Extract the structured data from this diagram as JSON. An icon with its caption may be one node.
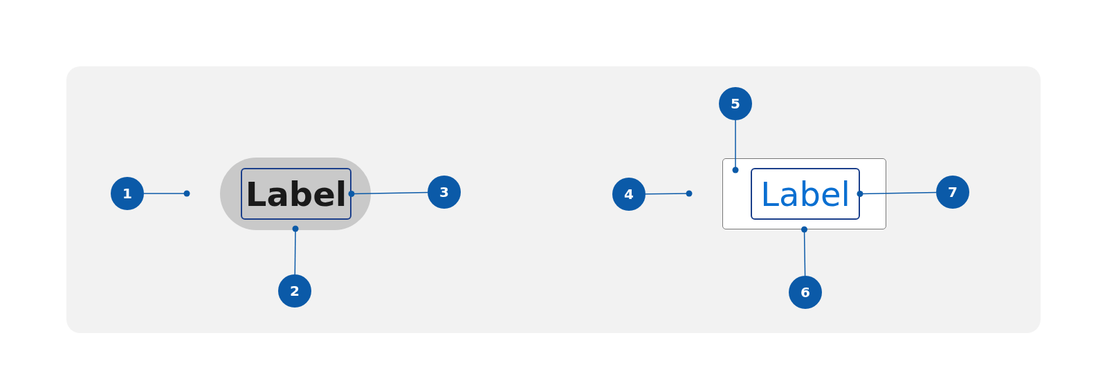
{
  "diagram": {
    "nodes": [
      {
        "text": [],
        "shape": "box"
      },
      {
        "text": [
          "Label"
        ],
        "in": 0
      },
      {
        "text": [],
        "shape": "box"
      },
      {
        "text": [
          "Label"
        ],
        "in": 2
      },
      {
        "text": [
          "1"
        ]
      },
      {
        "text": [
          "2"
        ]
      },
      {
        "text": [
          "3"
        ]
      },
      {
        "text": [
          "4"
        ]
      },
      {
        "text": [
          "5"
        ]
      },
      {
        "text": [
          "6"
        ]
      },
      {
        "text": [
          "7"
        ]
      }
    ],
    "edges": [
      {
        "from": 4,
        "to": null,
        "arrow": "other"
      },
      {
        "from": 5,
        "to": 0,
        "arrow": "other"
      },
      {
        "from": 6,
        "to": 1,
        "arrow": "other"
      },
      {
        "from": 7,
        "to": null,
        "arrow": "other"
      },
      {
        "from": 8,
        "to": 2,
        "arrow": "other"
      },
      {
        "from": 9,
        "to": 2,
        "arrow": "other"
      },
      {
        "from": 10,
        "to": 3,
        "arrow": "other"
      }
    ]
  }
}
